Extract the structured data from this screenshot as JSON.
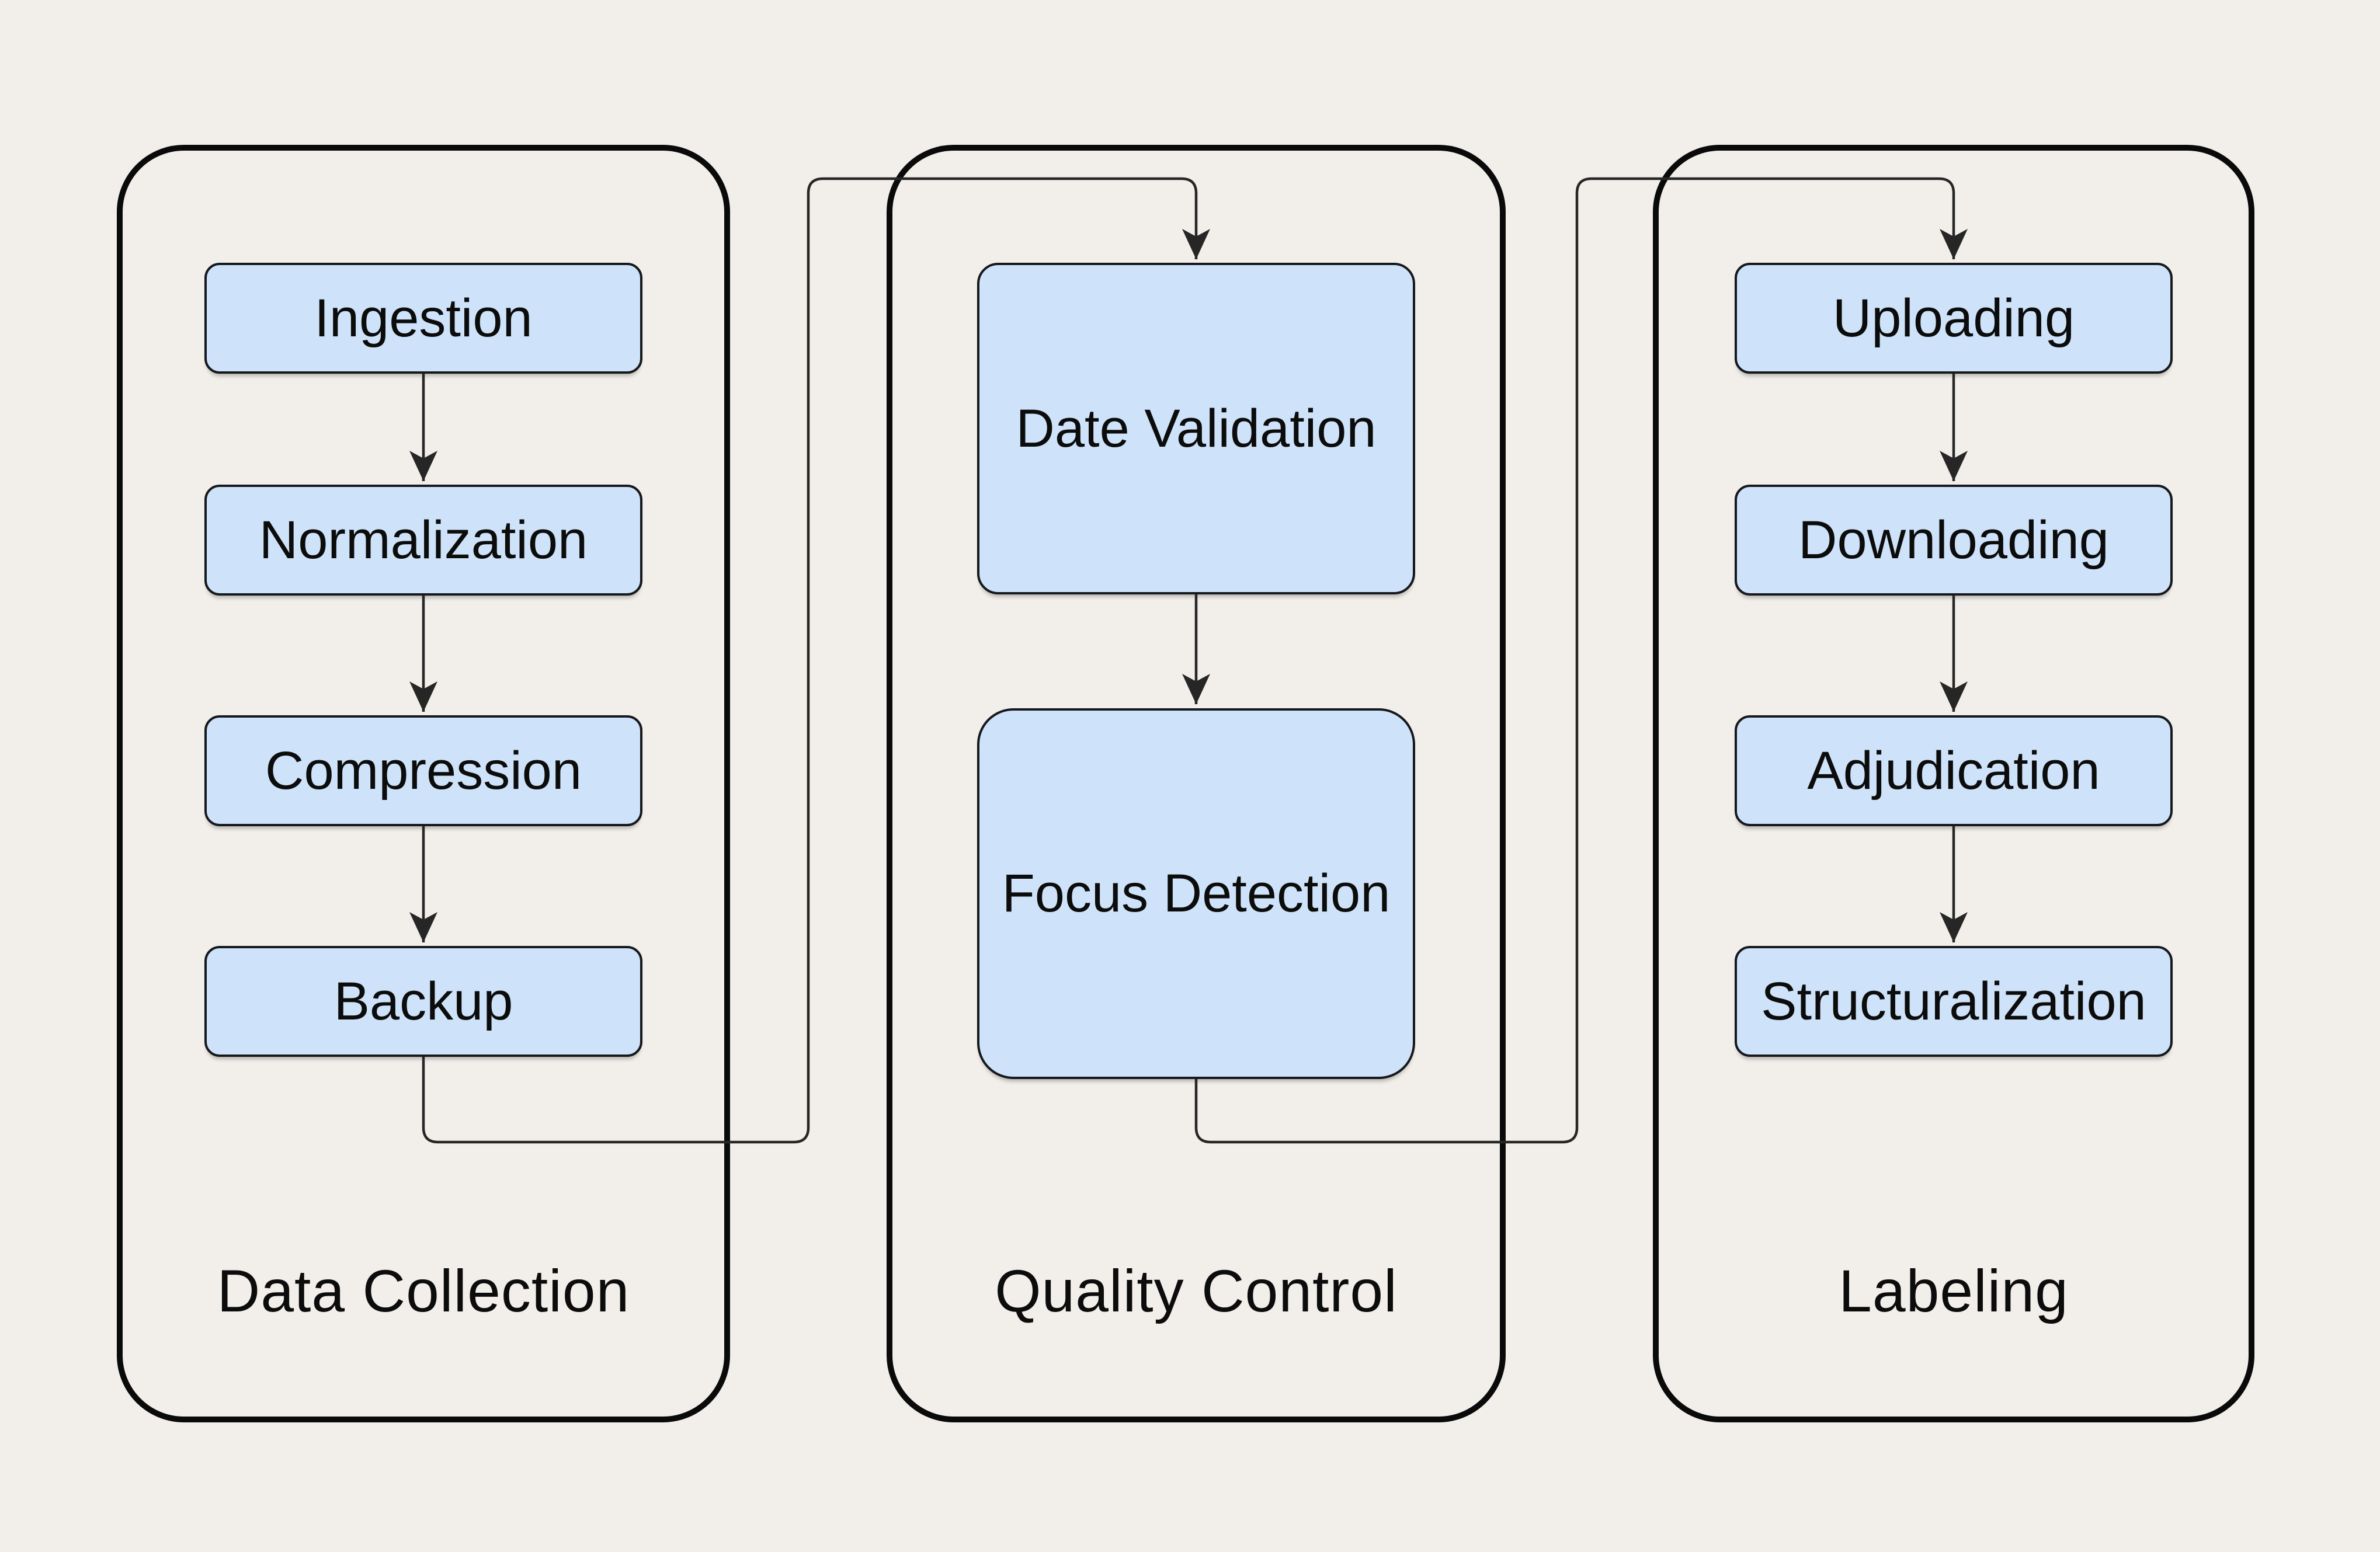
{
  "diagram": {
    "groups": [
      {
        "label": "Data Collection",
        "nodes": [
          "Ingestion",
          "Normalization",
          "Compression",
          "Backup"
        ]
      },
      {
        "label": "Quality Control",
        "nodes": [
          "Date Validation",
          "Focus Detection"
        ]
      },
      {
        "label": "Labeling",
        "nodes": [
          "Uploading",
          "Downloading",
          "Adjudication",
          "Structuralization"
        ]
      }
    ],
    "edges": [
      {
        "from": "Ingestion",
        "to": "Normalization"
      },
      {
        "from": "Normalization",
        "to": "Compression"
      },
      {
        "from": "Compression",
        "to": "Backup"
      },
      {
        "from": "Backup",
        "to": "Date Validation"
      },
      {
        "from": "Date Validation",
        "to": "Focus Detection"
      },
      {
        "from": "Focus Detection",
        "to": "Uploading"
      },
      {
        "from": "Uploading",
        "to": "Downloading"
      },
      {
        "from": "Downloading",
        "to": "Adjudication"
      },
      {
        "from": "Adjudication",
        "to": "Structuralization"
      }
    ],
    "colors": {
      "background": "#f2efea",
      "node_fill": "#cee3f9",
      "node_border": "#16181d",
      "container_border": "#0a0a0a",
      "edge": "#262626",
      "text": "#0c0c0c"
    }
  }
}
